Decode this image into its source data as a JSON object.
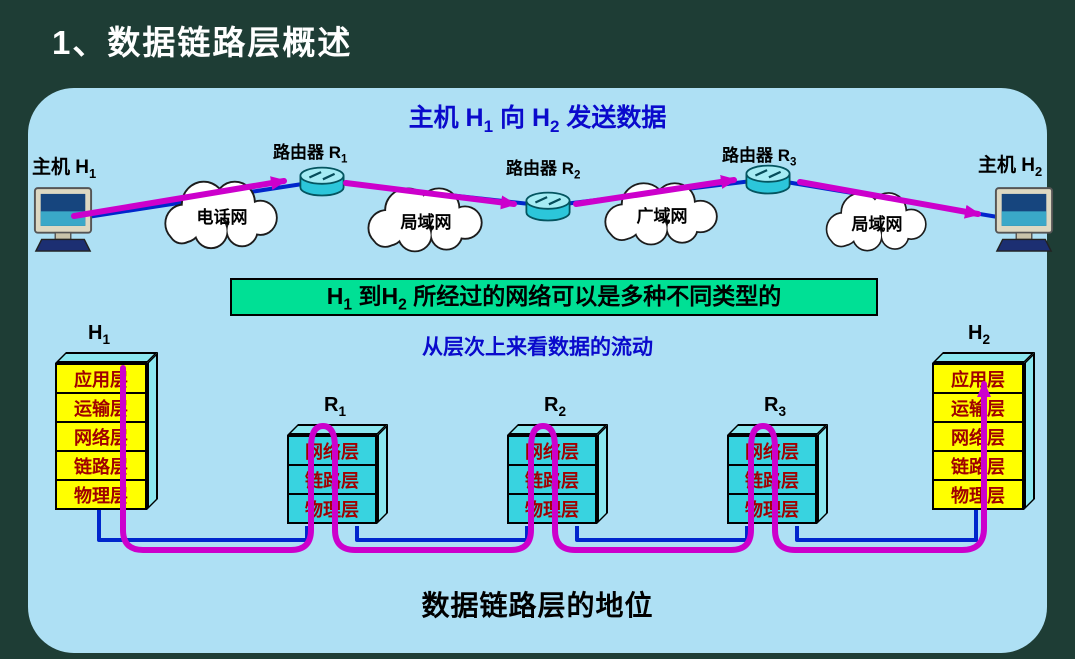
{
  "page": {
    "title": "1、数据链路层概述"
  },
  "diagram": {
    "top_title": {
      "p1": "主机 H",
      "s1": "1",
      "p2": " 向 H",
      "s2": "2",
      "p3": " 发送数据"
    },
    "host_left": {
      "p": "主机 H",
      "s": "1"
    },
    "host_right": {
      "p": "主机 H",
      "s": "2"
    },
    "clouds": [
      "电话网",
      "局域网",
      "广域网",
      "局域网"
    ],
    "routers": [
      {
        "p": "路由器 R",
        "s": "1"
      },
      {
        "p": "路由器 R",
        "s": "2"
      },
      {
        "p": "路由器 R",
        "s": "3"
      }
    ]
  },
  "banner": {
    "p1": "H",
    "s1": "1",
    "p2": " 到H",
    "s2": "2",
    "p3": " 所经过的网络可以是多种不同类型的"
  },
  "flow_subtitle": "从层次上来看数据的流动",
  "stacks": {
    "host_layers": [
      "应用层",
      "运输层",
      "网络层",
      "链路层",
      "物理层"
    ],
    "router_layers": [
      "网络层",
      "链路层",
      "物理层"
    ],
    "labels": {
      "h1": {
        "p": "H",
        "s": "1"
      },
      "h2": {
        "p": "H",
        "s": "2"
      },
      "r1": {
        "p": "R",
        "s": "1"
      },
      "r2": {
        "p": "R",
        "s": "2"
      },
      "r3": {
        "p": "R",
        "s": "3"
      }
    }
  },
  "caption": "数据链路层的地位",
  "colors": {
    "bg": "#1e3d35",
    "panel_bg": "#aee0f4",
    "blue_text": "#0a0acc",
    "banner_bg": "#00e095",
    "host_box": "#ffff00",
    "router_box": "#38d3e0",
    "extrude": "#8ce7f0",
    "layer_text": "#a00000",
    "flow_line": "#cc00cc",
    "link_line": "#0026cc"
  }
}
